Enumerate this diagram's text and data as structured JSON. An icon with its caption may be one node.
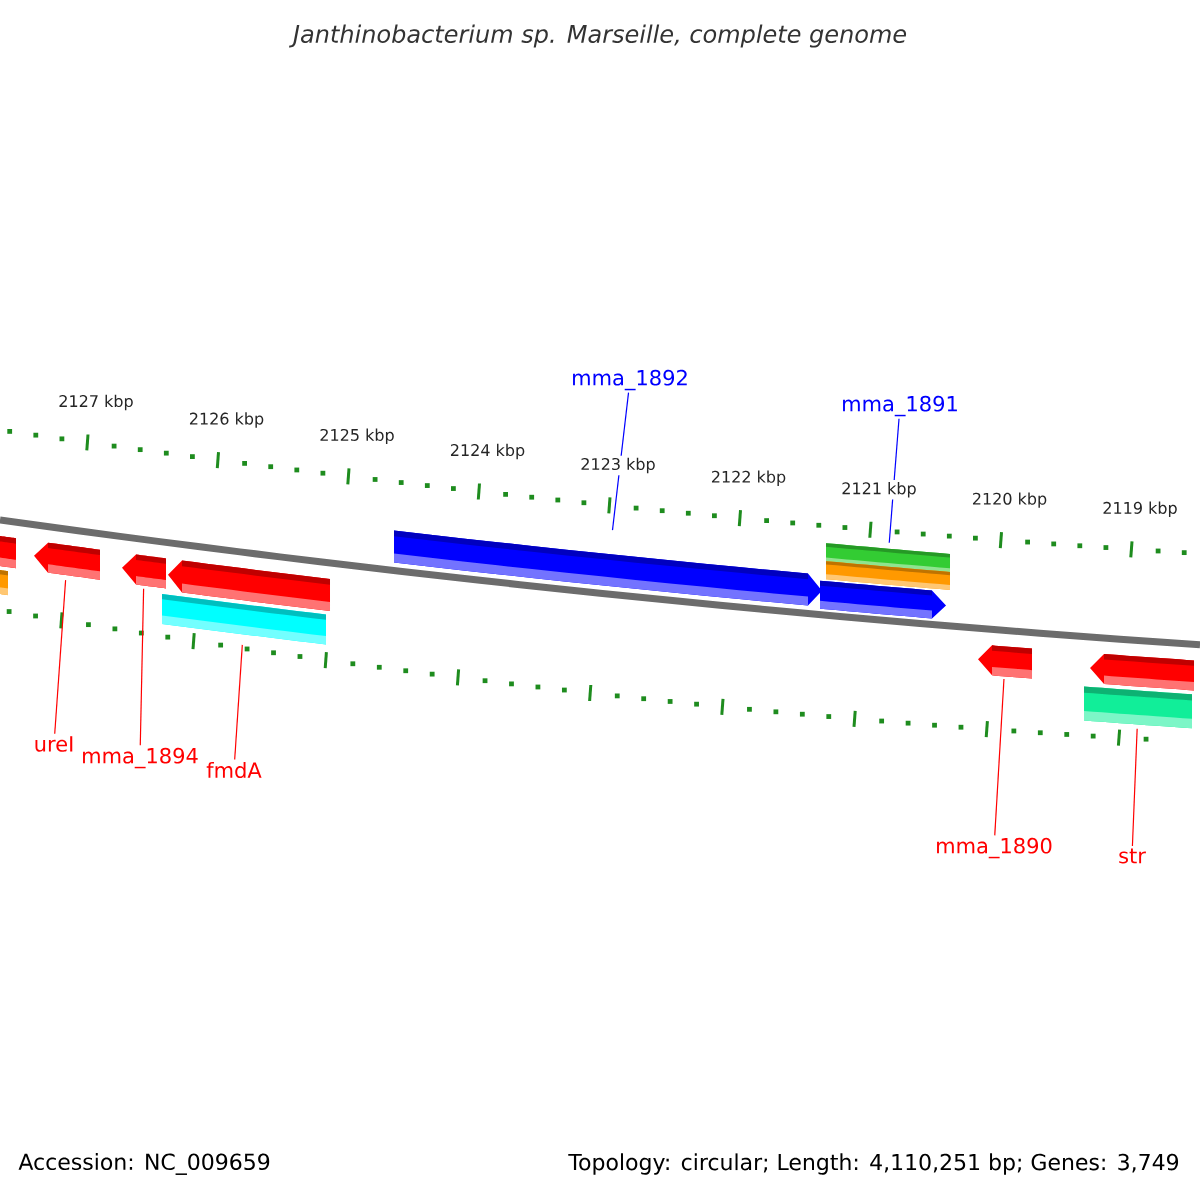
{
  "diagram": {
    "title": "Janthinobacterium sp. Marseille, complete genome",
    "nodes": [
      {
        "text": [],
        "shape": "bar"
      },
      {
        "text": [],
        "shape": "bar"
      },
      {
        "text": [],
        "shape": "bar"
      },
      {
        "text": [],
        "shape": "bar"
      },
      {
        "text": [],
        "shape": "bar"
      },
      {
        "text": [],
        "shape": "bar"
      },
      {
        "text": [],
        "shape": "bar"
      },
      {
        "text": [],
        "shape": "bar"
      },
      {
        "text": [],
        "shape": "bar"
      },
      {
        "text": [],
        "shape": "bar"
      },
      {
        "text": [],
        "shape": "bar"
      },
      {
        "text": [],
        "shape": "bar"
      },
      {
        "text": [],
        "shape": "bar"
      },
      {
        "text": [
          "ureI"
        ]
      },
      {
        "text": [
          "mma_1894"
        ]
      },
      {
        "text": [
          "fmdA"
        ]
      },
      {
        "text": [
          "mma_1892"
        ]
      },
      {
        "text": [
          "mma_1891"
        ]
      },
      {
        "text": [
          "mma_1890"
        ]
      },
      {
        "text": [
          "str"
        ]
      }
    ],
    "edges": [
      {
        "from": 13,
        "to": 2,
        "arrow": "none"
      },
      {
        "from": 14,
        "to": 3,
        "arrow": "none"
      },
      {
        "from": 15,
        "to": 5,
        "arrow": "none"
      },
      {
        "from": 16,
        "to": 6,
        "arrow": "none",
        "color": "#0000ff"
      },
      {
        "from": 17,
        "to": 8,
        "arrow": "none",
        "color": "#0000ff"
      },
      {
        "from": 18,
        "to": 10,
        "arrow": "none"
      },
      {
        "from": 19,
        "to": 12,
        "arrow": "none"
      }
    ],
    "labels": [
      "2127 kbp",
      "2126 kbp",
      "2125 kbp",
      "2124 kbp",
      "2123 kbp",
      "2122 kbp",
      "2121 kbp",
      "2120 kbp",
      "2119 kbp",
      "Accession: NC_009659",
      "Topology: circular; Length: 4,110,251 bp; Genes: 3,749"
    ]
  }
}
